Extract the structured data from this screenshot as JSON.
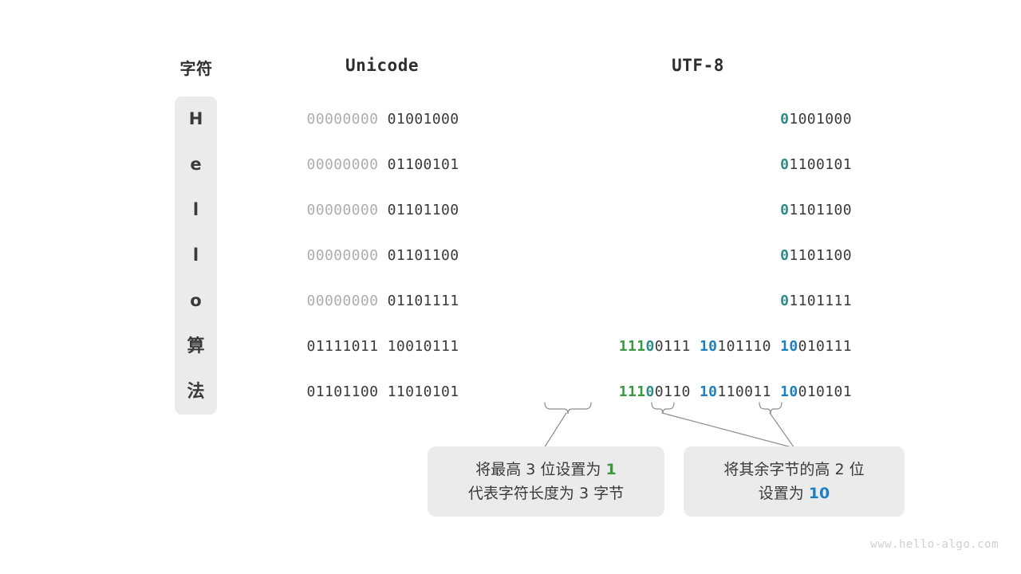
{
  "headers": {
    "char": "字符",
    "unicode": "Unicode",
    "utf8": "UTF-8"
  },
  "colors": {
    "green": "#3a9742",
    "teal": "#2e8b85",
    "blue": "#1f80c1",
    "dark": "#3a3a3a",
    "dim": "#aeaeae",
    "panel": "#ebebeb",
    "watermark": "#cfcfcf",
    "background": "#ffffff"
  },
  "rows": [
    {
      "char": "H",
      "cjk": false,
      "unicode": [
        {
          "text": "00000000 ",
          "style": "dim"
        },
        {
          "text": "01001000",
          "style": "dark"
        }
      ],
      "utf8": [
        {
          "text": "0",
          "style": "teal"
        },
        {
          "text": "1001000",
          "style": "dark"
        }
      ]
    },
    {
      "char": "e",
      "cjk": false,
      "unicode": [
        {
          "text": "00000000 ",
          "style": "dim"
        },
        {
          "text": "01100101",
          "style": "dark"
        }
      ],
      "utf8": [
        {
          "text": "0",
          "style": "teal"
        },
        {
          "text": "1100101",
          "style": "dark"
        }
      ]
    },
    {
      "char": "l",
      "cjk": false,
      "unicode": [
        {
          "text": "00000000 ",
          "style": "dim"
        },
        {
          "text": "01101100",
          "style": "dark"
        }
      ],
      "utf8": [
        {
          "text": "0",
          "style": "teal"
        },
        {
          "text": "1101100",
          "style": "dark"
        }
      ]
    },
    {
      "char": "l",
      "cjk": false,
      "unicode": [
        {
          "text": "00000000 ",
          "style": "dim"
        },
        {
          "text": "01101100",
          "style": "dark"
        }
      ],
      "utf8": [
        {
          "text": "0",
          "style": "teal"
        },
        {
          "text": "1101100",
          "style": "dark"
        }
      ]
    },
    {
      "char": "o",
      "cjk": false,
      "unicode": [
        {
          "text": "00000000 ",
          "style": "dim"
        },
        {
          "text": "01101111",
          "style": "dark"
        }
      ],
      "utf8": [
        {
          "text": "0",
          "style": "teal"
        },
        {
          "text": "1101111",
          "style": "dark"
        }
      ]
    },
    {
      "char": "算",
      "cjk": true,
      "unicode": [
        {
          "text": "01111011 10010111",
          "style": "dark"
        }
      ],
      "utf8": [
        {
          "text": "111",
          "style": "grn"
        },
        {
          "text": "0",
          "style": "teal"
        },
        {
          "text": "0111 ",
          "style": "dark"
        },
        {
          "text": "10",
          "style": "blue"
        },
        {
          "text": "101110 ",
          "style": "dark"
        },
        {
          "text": "10",
          "style": "blue"
        },
        {
          "text": "010111",
          "style": "dark"
        }
      ]
    },
    {
      "char": "法",
      "cjk": true,
      "unicode": [
        {
          "text": "01101100 11010101",
          "style": "dark"
        }
      ],
      "utf8": [
        {
          "text": "111",
          "style": "grn"
        },
        {
          "text": "0",
          "style": "teal"
        },
        {
          "text": "0110 ",
          "style": "dark"
        },
        {
          "text": "10",
          "style": "blue"
        },
        {
          "text": "110011 ",
          "style": "dark"
        },
        {
          "text": "10",
          "style": "blue"
        },
        {
          "text": "010101",
          "style": "dark"
        }
      ]
    }
  ],
  "notes": {
    "left": [
      [
        {
          "text": "将最高 3 位设置为 ",
          "style": "dark"
        },
        {
          "text": "1",
          "style": "grn"
        }
      ],
      [
        {
          "text": "代表字符长度为 3 字节",
          "style": "dark"
        }
      ]
    ],
    "right": [
      [
        {
          "text": "将其余字节的高 2 位",
          "style": "dark"
        }
      ],
      [
        {
          "text": "设置为 ",
          "style": "dark"
        },
        {
          "text": "10",
          "style": "blue"
        }
      ]
    ]
  },
  "watermark": "www.hello-algo.com"
}
